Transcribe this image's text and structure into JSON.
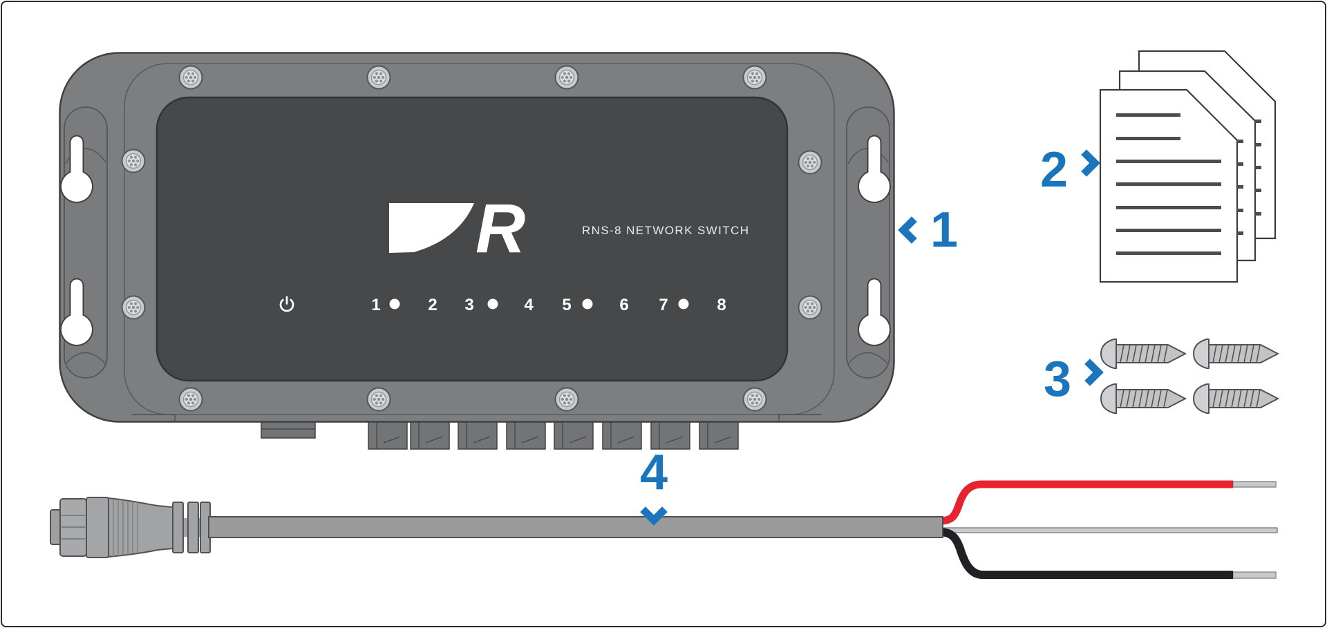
{
  "canvas": {
    "background": "#ffffff",
    "frame_color": "#2b2c2e"
  },
  "accent_color": "#1b75bc",
  "device": {
    "name": "RNS-8 network switch",
    "logo_letter": "R",
    "product_label": "RNS-8 NETWORK SWITCH",
    "ports": [
      "1",
      "2",
      "3",
      "4",
      "5",
      "6",
      "7",
      "8"
    ],
    "body_color": "#7d7e80",
    "panel_color": "#47484a"
  },
  "callouts": [
    {
      "number": "1"
    },
    {
      "number": "2"
    },
    {
      "number": "3"
    },
    {
      "number": "4"
    }
  ],
  "cable": {
    "jacket_color": "#9a9b9d",
    "wire_red": "#e62430",
    "wire_black": "#202124",
    "wire_bare": "#cbccce"
  }
}
